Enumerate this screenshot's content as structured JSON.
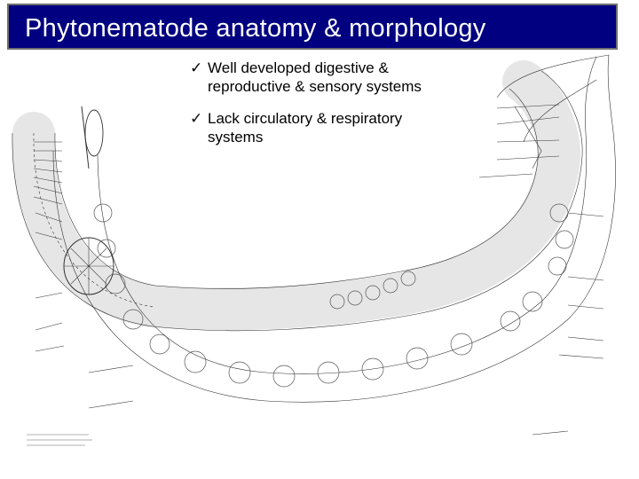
{
  "slide": {
    "title": "Phytonematode anatomy & morphology",
    "bullets": [
      {
        "icon": "checkmark-icon",
        "text": "Well developed digestive & reproductive & sensory systems"
      },
      {
        "icon": "checkmark-icon",
        "text": "Lack circulatory & respiratory systems"
      }
    ]
  },
  "colors": {
    "title_background": "#000080",
    "title_text": "#ffffff",
    "body_text": "#000000"
  }
}
